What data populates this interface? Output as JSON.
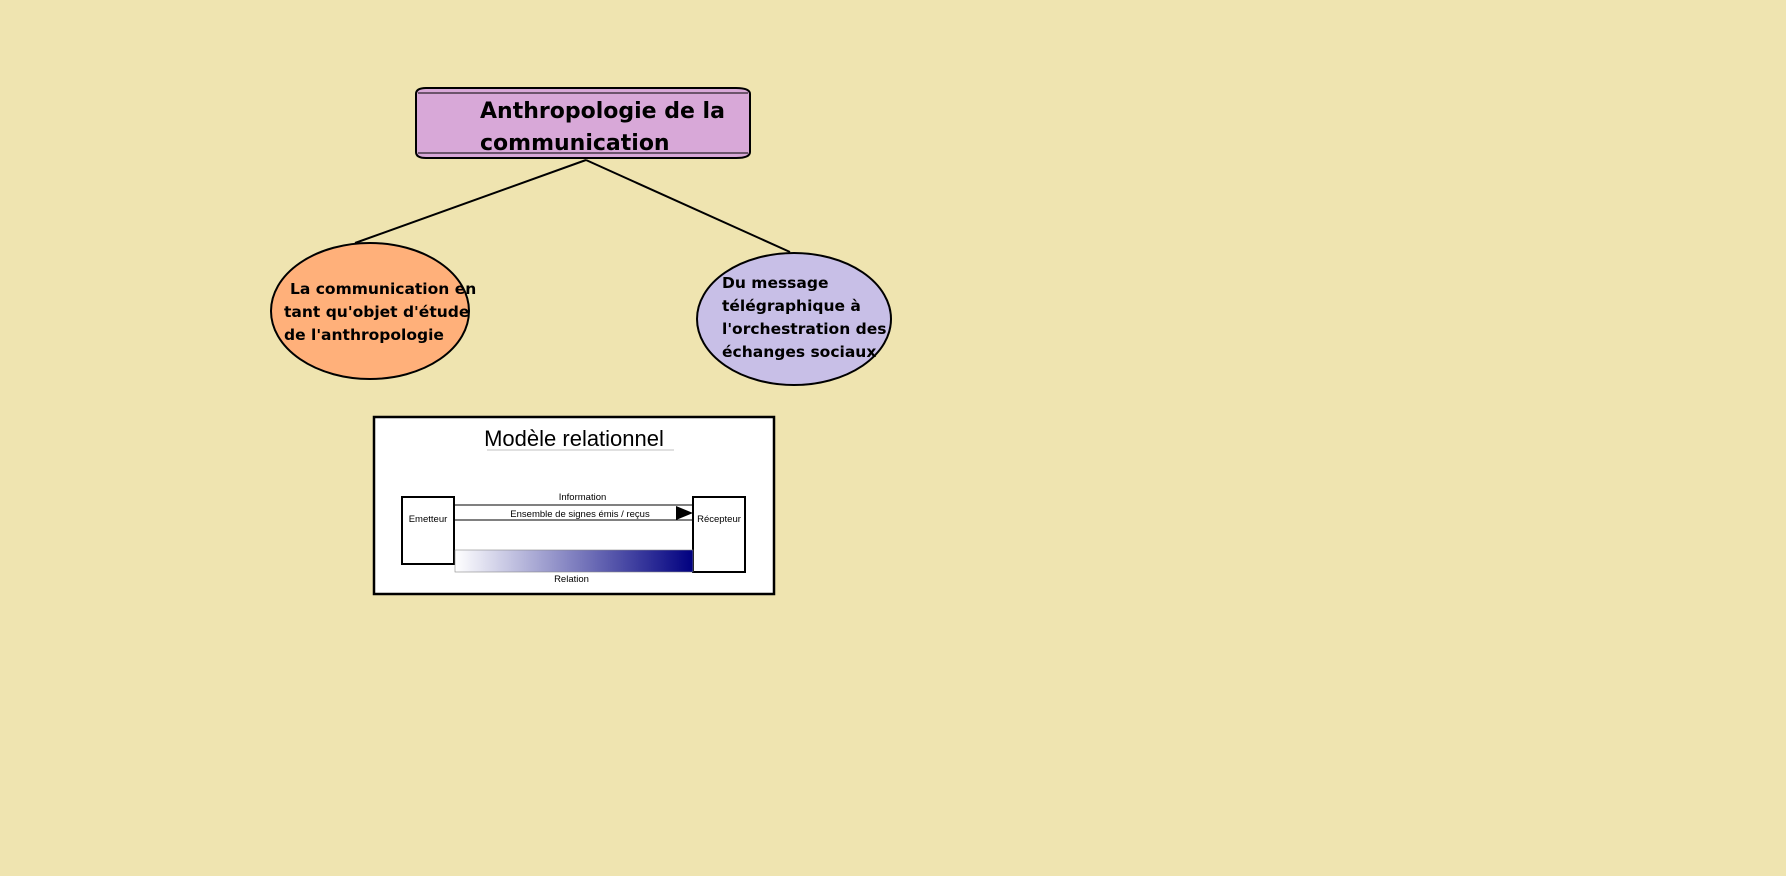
{
  "colors": {
    "background": "#EFE4B0",
    "root_fill": "#D8A8D8",
    "left_fill": "#FFB07A",
    "right_fill": "#C8BFE7",
    "relation_start": "#FFFFFF",
    "relation_end": "#000080"
  },
  "tree": {
    "root": {
      "lines": [
        "Anthropologie de la",
        "communication"
      ]
    },
    "left_node": {
      "lines": [
        "La communication en",
        "tant qu'objet d'étude",
        "de l'anthropologie"
      ]
    },
    "right_node": {
      "lines": [
        "Du message",
        "télégraphique à",
        "l'orchestration des",
        "échanges sociaux"
      ]
    }
  },
  "model": {
    "title": "Modèle relationnel",
    "emitter": "Emetteur",
    "receiver": "Récepteur",
    "information": "Information",
    "signs": "Ensemble de signes émis / reçus",
    "relation": "Relation"
  }
}
